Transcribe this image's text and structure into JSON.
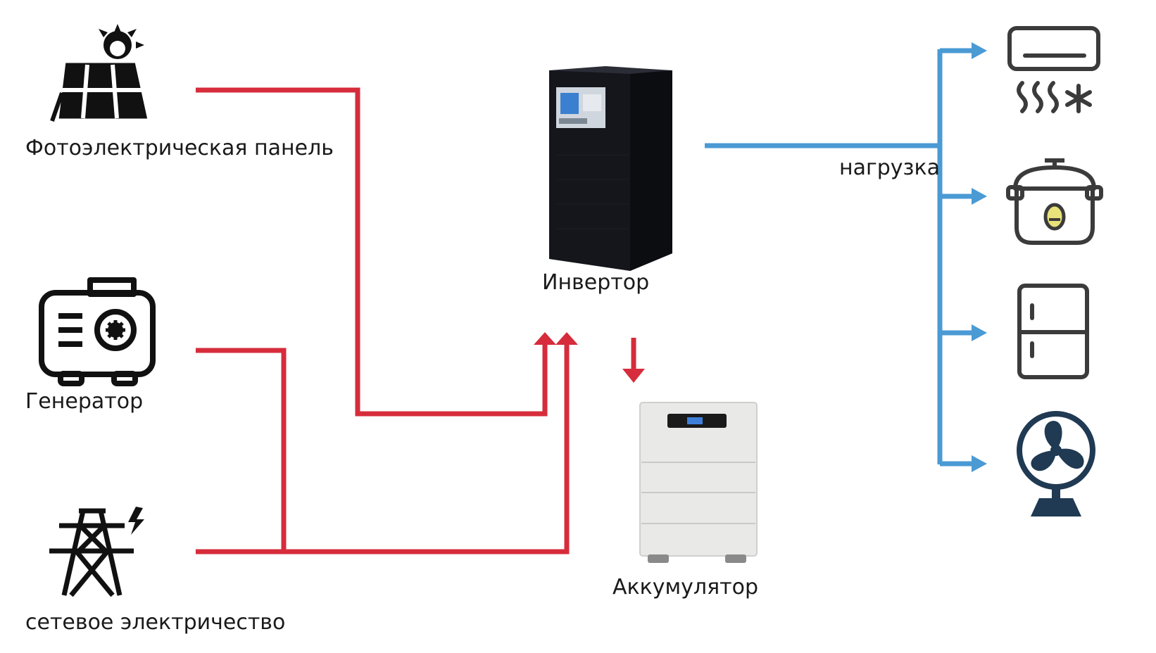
{
  "labels": {
    "pv_panel": "Фотоэлектрическая панель",
    "generator": "Генератор",
    "grid": "сетевое электричество",
    "inverter": "Инвертор",
    "battery": "Аккумулятор",
    "load": "нагрузка"
  },
  "icons": {
    "pv_panel": "solar-panel-icon",
    "generator": "generator-icon",
    "grid": "power-tower-icon",
    "air_conditioner": "air-conditioner-icon",
    "rice_cooker": "rice-cooker-icon",
    "refrigerator": "refrigerator-icon",
    "fan": "fan-icon"
  },
  "colors": {
    "input_line": "#d62c3b",
    "output_line": "#4a9ad4",
    "icon": "#222222",
    "inverter_body": "#14161c",
    "battery_body": "#e9e9e7"
  }
}
